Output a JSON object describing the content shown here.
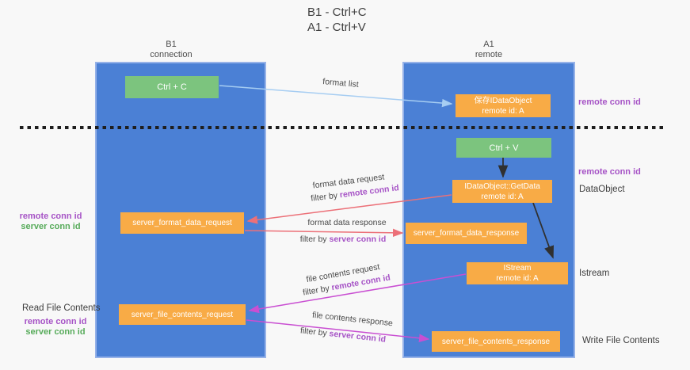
{
  "title": {
    "line1": "B1 - Ctrl+C",
    "line2": "A1 - Ctrl+V"
  },
  "lanes": {
    "b1": {
      "name": "B1",
      "role": "connection"
    },
    "a1": {
      "name": "A1",
      "role": "remote"
    }
  },
  "nodes": {
    "ctrl_c": {
      "label": "Ctrl + C"
    },
    "ctrl_v": {
      "label": "Ctrl + V"
    },
    "save_idataobject": {
      "line1": "保存IDataObject",
      "line2": "remote id: A"
    },
    "getdata": {
      "line1": "IDataObject::GetData",
      "line2": "remote id: A"
    },
    "istream": {
      "line1": "IStream",
      "line2": "remote id: A"
    },
    "server_format_data_request": {
      "label": "server_format_data_request"
    },
    "server_format_data_response": {
      "label": "server_format_data_response"
    },
    "server_file_contents_request": {
      "label": "server_file_contents_request"
    },
    "server_file_contents_response": {
      "label": "server_file_contents_response"
    }
  },
  "edge_labels": {
    "format_list": "format list",
    "format_data_request": "format data request",
    "format_data_response": "format data response",
    "file_contents_request": "file contents request",
    "file_contents_response": "file contents response",
    "filter_by": "filter by ",
    "remote_conn_id": "remote conn id",
    "server_conn_id": "server conn id"
  },
  "side_labels": {
    "remote_conn_id_top": "remote conn id",
    "remote_conn_id_mid": "remote conn id",
    "dataobject": "DataObject",
    "istream": "Istream",
    "write_file_contents": "Write File Contents",
    "read_file_contents": "Read File Contents",
    "left_remote_conn_id_1": "remote conn id",
    "left_server_conn_id_1": "server conn id",
    "left_remote_conn_id_2": "remote conn id",
    "left_server_conn_id_2": "server conn id"
  },
  "colors": {
    "lane_blue": "#4b80d5",
    "node_orange": "#f8ab46",
    "node_green": "#7cc47e",
    "arrow_light_blue": "#a6cdf2",
    "arrow_black": "#303030",
    "arrow_salmon": "#ec7078",
    "arrow_magenta": "#c94fd2",
    "text_purple": "#a653c6",
    "text_green": "#57ab5a"
  }
}
